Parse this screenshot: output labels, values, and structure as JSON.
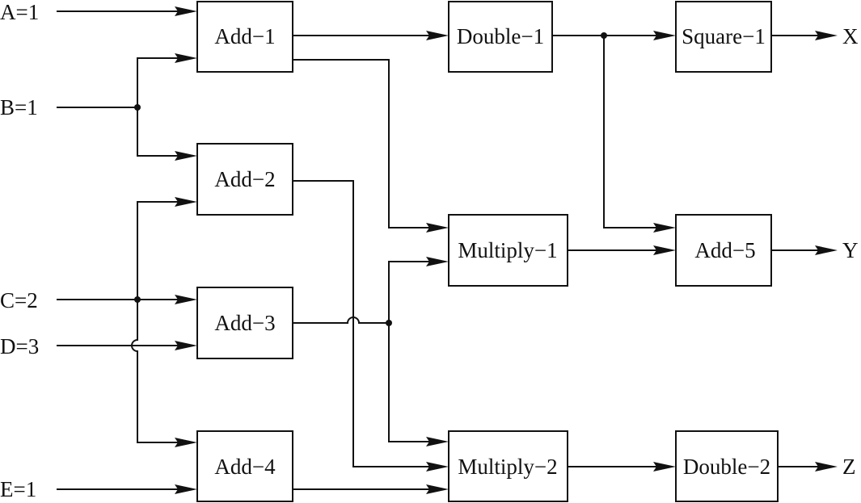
{
  "inputs": [
    {
      "id": "A",
      "label": "A=1"
    },
    {
      "id": "B",
      "label": "B=1"
    },
    {
      "id": "C",
      "label": "C=2"
    },
    {
      "id": "D",
      "label": "D=3"
    },
    {
      "id": "E",
      "label": "E=1"
    }
  ],
  "blocks": [
    {
      "id": "add1",
      "label": "Add−1"
    },
    {
      "id": "add2",
      "label": "Add−2"
    },
    {
      "id": "add3",
      "label": "Add−3"
    },
    {
      "id": "add4",
      "label": "Add−4"
    },
    {
      "id": "double1",
      "label": "Double−1"
    },
    {
      "id": "multiply1",
      "label": "Multiply−1"
    },
    {
      "id": "multiply2",
      "label": "Multiply−2"
    },
    {
      "id": "square1",
      "label": "Square−1"
    },
    {
      "id": "add5",
      "label": "Add−5"
    },
    {
      "id": "double2",
      "label": "Double−2"
    }
  ],
  "outputs": [
    {
      "id": "X",
      "label": "X"
    },
    {
      "id": "Y",
      "label": "Y"
    },
    {
      "id": "Z",
      "label": "Z"
    }
  ],
  "connections": [
    {
      "from": "A",
      "to": "add1"
    },
    {
      "from": "B",
      "to": "add1"
    },
    {
      "from": "B",
      "to": "add2"
    },
    {
      "from": "C",
      "to": "add2"
    },
    {
      "from": "C",
      "to": "add3"
    },
    {
      "from": "D",
      "to": "add3"
    },
    {
      "from": "C",
      "to": "add4"
    },
    {
      "from": "E",
      "to": "add4"
    },
    {
      "from": "add1",
      "to": "double1"
    },
    {
      "from": "add1",
      "to": "multiply1"
    },
    {
      "from": "add3",
      "to": "multiply1"
    },
    {
      "from": "add3",
      "to": "multiply2"
    },
    {
      "from": "add2",
      "to": "multiply2"
    },
    {
      "from": "add4",
      "to": "multiply2"
    },
    {
      "from": "double1",
      "to": "square1"
    },
    {
      "from": "double1",
      "to": "add5"
    },
    {
      "from": "multiply1",
      "to": "add5"
    },
    {
      "from": "multiply2",
      "to": "double2"
    },
    {
      "from": "square1",
      "to": "X"
    },
    {
      "from": "add5",
      "to": "Y"
    },
    {
      "from": "double2",
      "to": "Z"
    }
  ]
}
